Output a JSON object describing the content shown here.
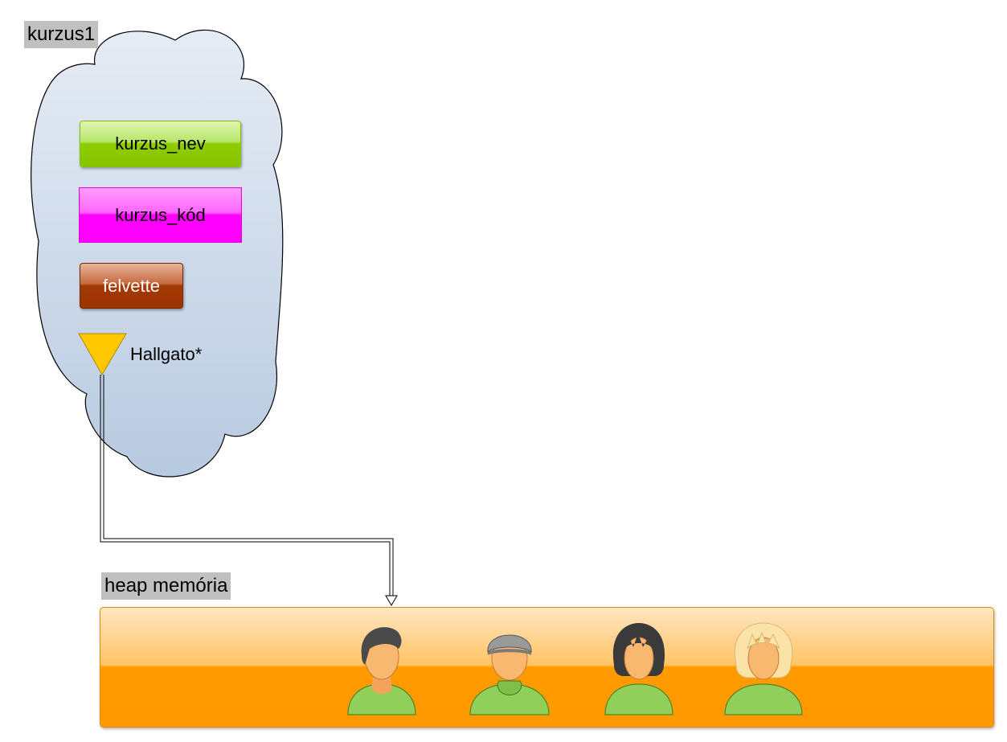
{
  "object_label": "kurzus1",
  "fields": {
    "nev": "kurzus_nev",
    "kod": "kurzus_kód",
    "felvette": "felvette"
  },
  "pointer_label": "Hallgato*",
  "heap_label": "heap memória",
  "colors": {
    "cloud_fill": "#cfdbea",
    "cloud_stroke": "#000000",
    "pointer_fill": "#ffc800",
    "heap_fill": "#ff9900",
    "skin": "#f8b870",
    "shirt": "#8fcf5a"
  },
  "heap_items": [
    {
      "icon": "person-short-dark-hair-icon"
    },
    {
      "icon": "person-beanie-icon"
    },
    {
      "icon": "person-bob-dark-hair-icon"
    },
    {
      "icon": "person-blonde-hair-icon"
    }
  ]
}
